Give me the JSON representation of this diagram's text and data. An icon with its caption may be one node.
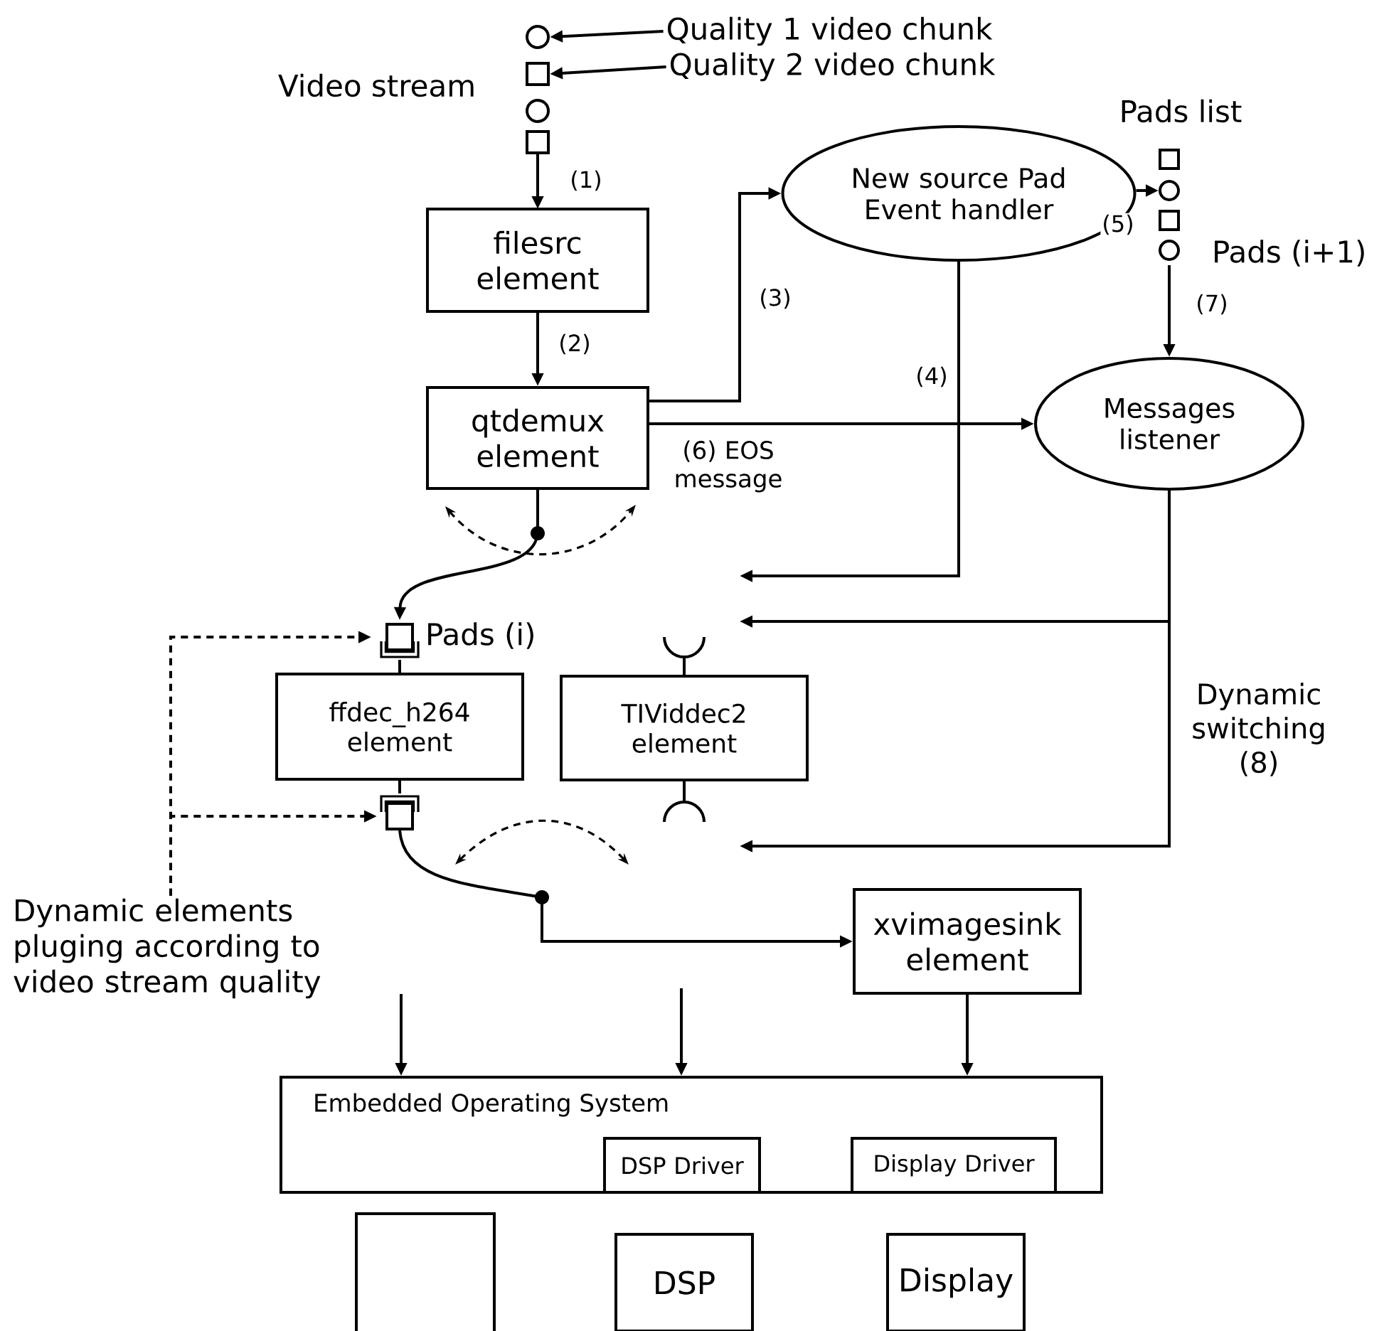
{
  "diagram": {
    "nodes": [
      {
        "text": [],
        "shape": "circle"
      },
      {
        "text": [],
        "shape": "box"
      },
      {
        "text": [],
        "shape": "circle"
      },
      {
        "text": [],
        "shape": "box"
      },
      {
        "text": [
          "Quality 1 video chunk"
        ]
      },
      {
        "text": [
          "Quality 2 video chunk"
        ]
      },
      {
        "text": [
          "filesrc element"
        ]
      },
      {
        "text": [
          "qtdemux element"
        ]
      },
      {
        "text": [
          "New source Pad Event handler"
        ]
      },
      {
        "text": [],
        "shape": "box"
      },
      {
        "text": [],
        "shape": "circle"
      },
      {
        "text": [],
        "shape": "box"
      },
      {
        "text": [],
        "shape": "circle",
        "beside": [
          "Pads (i+1)"
        ]
      },
      {
        "text": [
          "Messages listener"
        ]
      },
      {
        "text": [],
        "shape": "box",
        "beside": [
          "Pads (i)"
        ]
      },
      {
        "text": [
          "ffdec_h264 element"
        ]
      },
      {
        "text": [],
        "shape": "box"
      },
      {
        "text": [
          "TIViddec2 element"
        ]
      },
      {
        "text": [
          "xvimagesink element"
        ]
      },
      {
        "text": [
          "Embedded Operating System"
        ]
      },
      {
        "text": [
          "DSP Driver"
        ],
        "in": 19
      },
      {
        "text": [
          "Display Driver"
        ],
        "in": 19
      },
      {
        "text": [],
        "shape": "box"
      },
      {
        "text": [
          "DSP"
        ]
      },
      {
        "text": [
          "Display"
        ]
      },
      {
        "text": [
          "Dynamic elements pluging according to video stream quality"
        ]
      }
    ],
    "edges": [
      {
        "from": 4,
        "to": 0,
        "arrow": "to"
      },
      {
        "from": 5,
        "to": 1,
        "arrow": "to"
      },
      {
        "from": 3,
        "to": 6,
        "arrow": "to",
        "label": "(1)"
      },
      {
        "from": 6,
        "to": 7,
        "arrow": "to",
        "label": "(2)"
      },
      {
        "from": 7,
        "to": 8,
        "arrow": "to",
        "label": "(3)"
      },
      {
        "from": 8,
        "to": null,
        "arrow": "to",
        "label": "(4)"
      },
      {
        "from": 8,
        "to": 10,
        "arrow": "to",
        "label": "(5)"
      },
      {
        "from": 7,
        "to": 13,
        "arrow": "to",
        "label": "(6) EOS message"
      },
      {
        "from": 12,
        "to": 13,
        "arrow": "to",
        "label": "(7)"
      },
      {
        "from": 13,
        "to": null,
        "arrow": "to"
      },
      {
        "from": 13,
        "to": null,
        "arrow": "to",
        "label": "Dynamic switching (8)"
      },
      {
        "from": 7,
        "to": 14,
        "arrow": "to"
      },
      {
        "from": 14,
        "to": 15,
        "arrow": "none"
      },
      {
        "from": 15,
        "to": 16,
        "arrow": "none"
      },
      {
        "from": 16,
        "to": 18,
        "arrow": "to"
      },
      {
        "from": 25,
        "to": 14,
        "arrow": "to",
        "style": "dashed"
      },
      {
        "from": 25,
        "to": 16,
        "arrow": "to",
        "style": "dashed"
      },
      {
        "from": null,
        "to": 19,
        "arrow": "to"
      },
      {
        "from": null,
        "to": 19,
        "arrow": "to"
      },
      {
        "from": 18,
        "to": 19,
        "arrow": "to"
      }
    ],
    "labels": [
      "Video stream",
      "Pads list"
    ]
  }
}
